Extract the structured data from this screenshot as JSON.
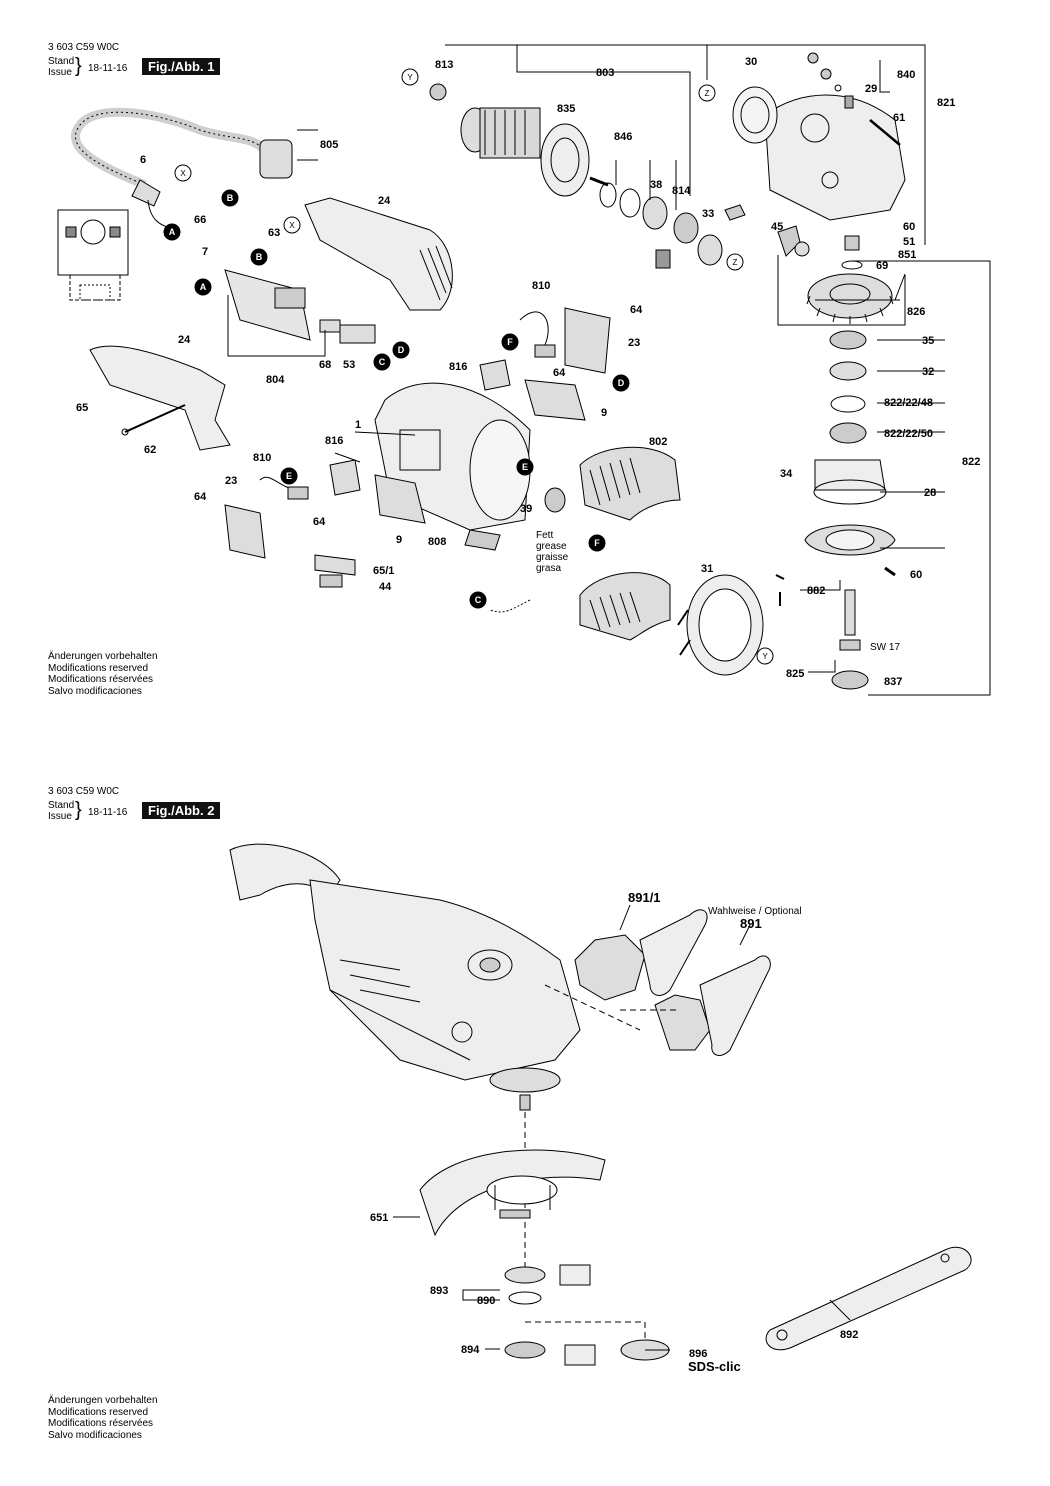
{
  "figure1": {
    "doc_number": "3 603 C59 W0C",
    "stand": "Stand",
    "issue": "Issue",
    "date": "18-11-16",
    "tag": "Fig./Abb. 1",
    "notes": [
      "Änderungen vorbehalten",
      "Modifications reserved",
      "Modifications réservées",
      "Salvo modificaciones"
    ]
  },
  "figure2": {
    "doc_number": "3 603 C59 W0C",
    "stand": "Stand",
    "issue": "Issue",
    "date": "18-11-16",
    "tag": "Fig./Abb. 2",
    "notes": [
      "Änderungen vorbehalten",
      "Modifications reserved",
      "Modifications réservées",
      "Salvo modificaciones"
    ]
  },
  "parts": {
    "p813": "813",
    "p803": "803",
    "p30": "30",
    "p840": "840",
    "p821": "821",
    "p29": "29",
    "p835": "835",
    "p61": "61",
    "p846": "846",
    "p38": "38",
    "p814": "814",
    "p33": "33",
    "p805": "805",
    "p6": "6",
    "p24a": "24",
    "p66": "66",
    "p63": "63",
    "p7": "7",
    "p45": "45",
    "p60a": "60",
    "p51": "51",
    "p851": "851",
    "p69": "69",
    "p826": "826",
    "p810a": "810",
    "p64a": "64",
    "p23a": "23",
    "p35": "35",
    "p32": "32",
    "p822_48": "822/22/48",
    "p822_50": "822/22/50",
    "p822": "822",
    "p34": "34",
    "p28": "28",
    "p24b": "24",
    "p65": "65",
    "p62": "62",
    "p804": "804",
    "p68": "68",
    "p53": "53",
    "p816a": "816",
    "p64b": "64",
    "p1": "1",
    "p9a": "9",
    "p802": "802",
    "p816b": "816",
    "p810b": "810",
    "p23b": "23",
    "p64c": "64",
    "p64d": "64",
    "p39": "39",
    "p9b": "9",
    "p808": "808",
    "p65_1": "65/1",
    "p44": "44",
    "p31": "31",
    "p60b": "60",
    "p882": "882",
    "p825": "825",
    "p837": "837",
    "sw17": "SW 17",
    "grease": [
      "Fett",
      "grease",
      "graisse",
      "grasa"
    ],
    "p891_1": "891/1",
    "optional": "Wahlweise / Optional",
    "p891": "891",
    "p651": "651",
    "p893": "893",
    "p890": "890",
    "p894": "894",
    "p896": "896",
    "sds": "SDS-clic",
    "p892": "892"
  },
  "connectors": [
    "A",
    "B",
    "C",
    "D",
    "E",
    "F",
    "X",
    "Y",
    "Z"
  ]
}
